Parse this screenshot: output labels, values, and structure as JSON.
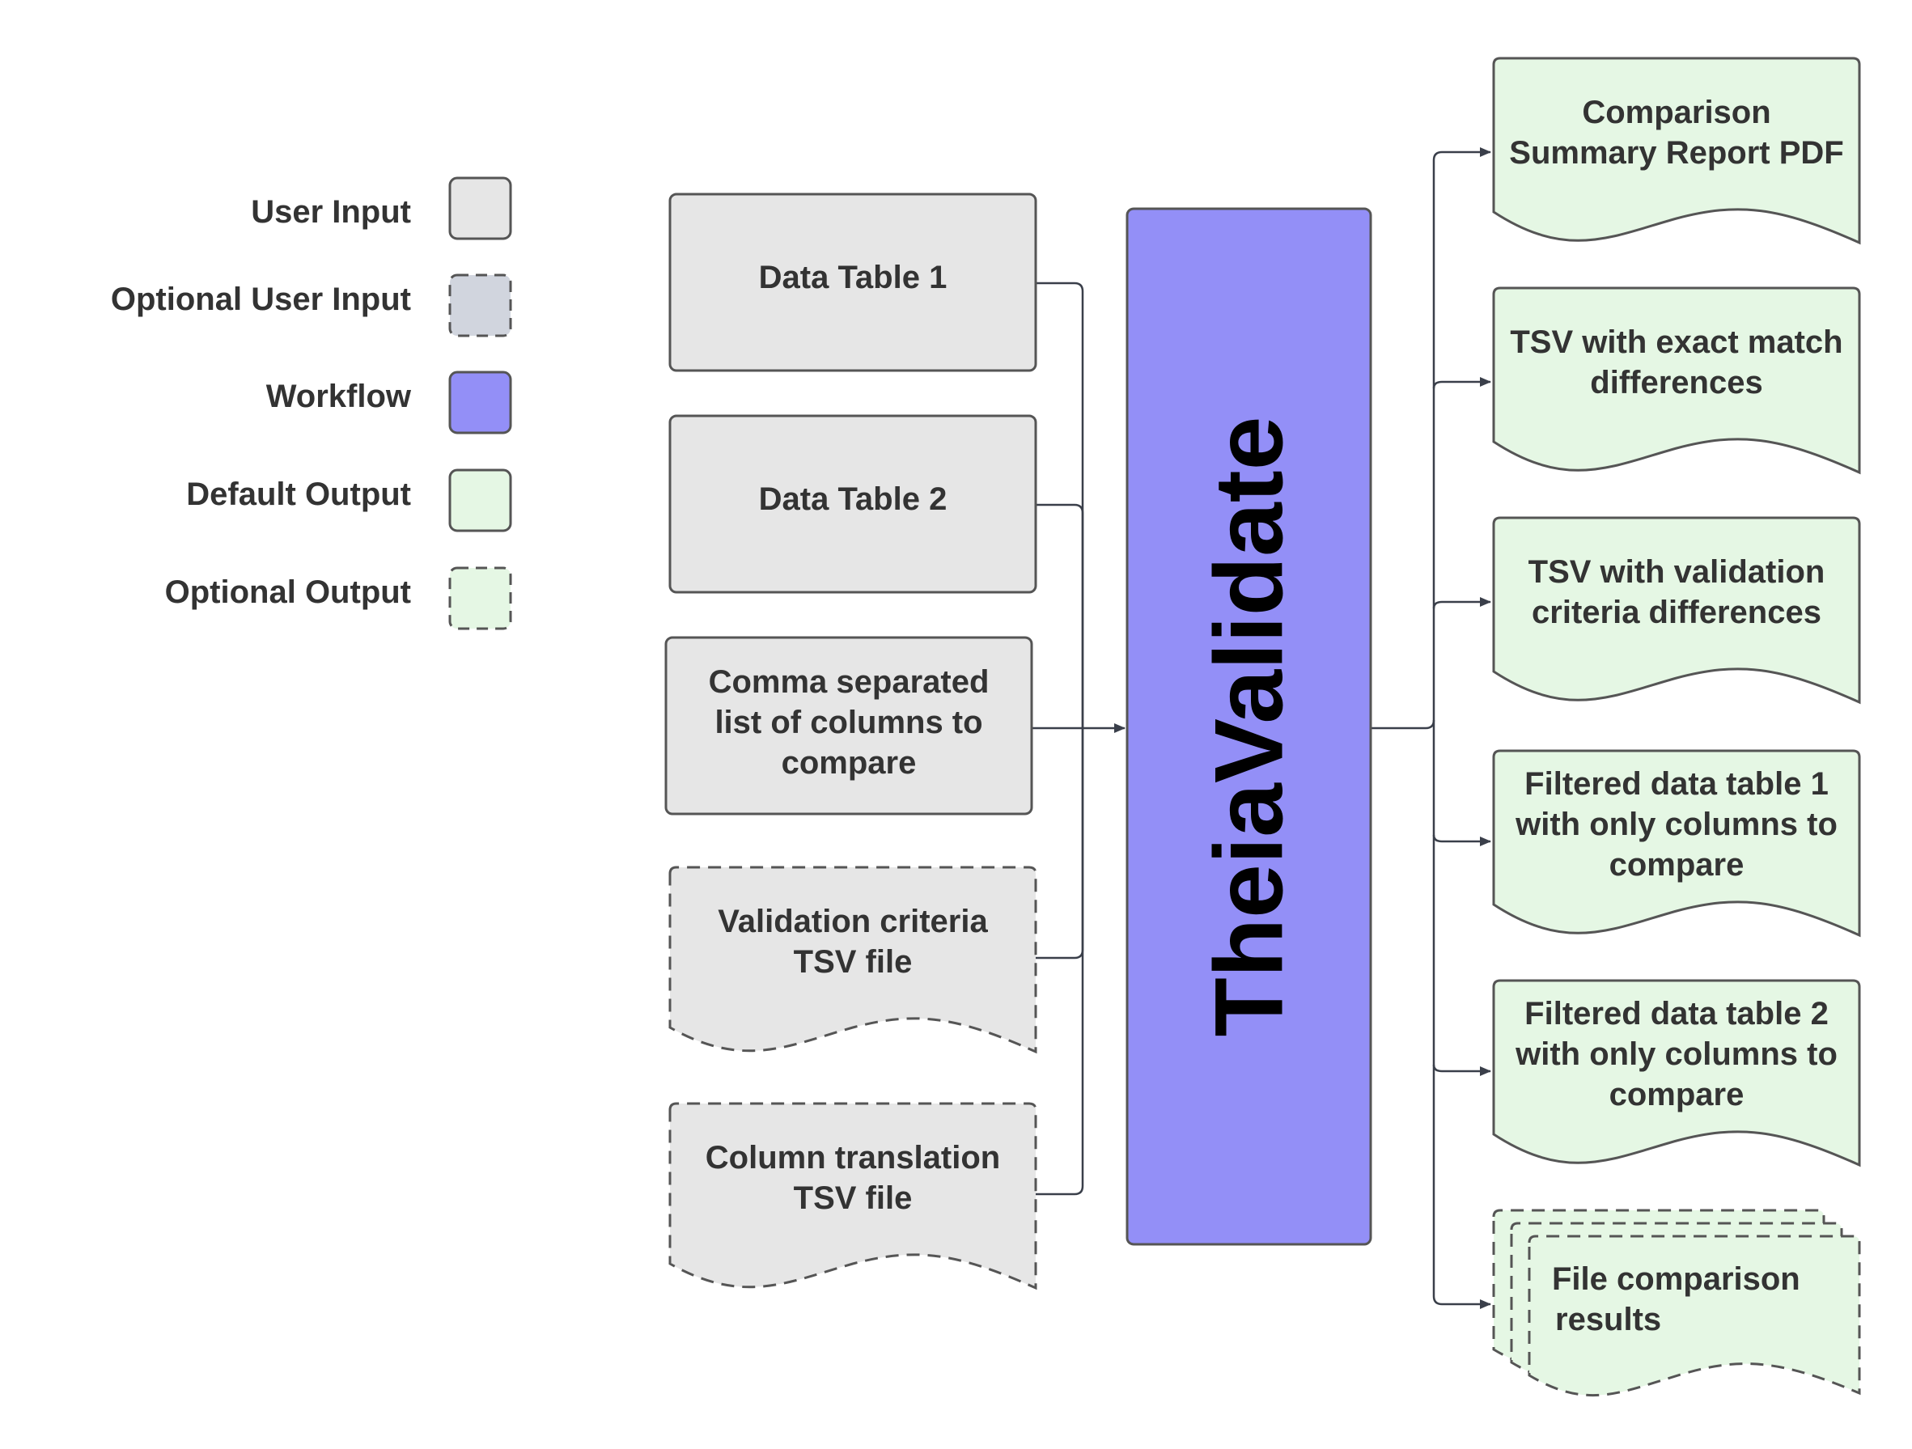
{
  "legend": [
    {
      "label": "User Input",
      "fill": "#e6e6e6",
      "dashed": false
    },
    {
      "label": "Optional User Input",
      "fill": "#d1d5de",
      "dashed": true
    },
    {
      "label": "Workflow",
      "fill": "#938ff7",
      "dashed": false
    },
    {
      "label": "Default Output",
      "fill": "#e5f7e4",
      "dashed": false
    },
    {
      "label": "Optional Output",
      "fill": "#e5f7e4",
      "dashed": true
    }
  ],
  "inputs": [
    {
      "lines": [
        "Data Table 1"
      ],
      "shape": "rect",
      "optional": false
    },
    {
      "lines": [
        "Data Table 2"
      ],
      "shape": "rect",
      "optional": false
    },
    {
      "lines": [
        "Comma separated",
        "list of columns to",
        "compare"
      ],
      "shape": "rect",
      "optional": false
    },
    {
      "lines": [
        "Validation criteria",
        "TSV file"
      ],
      "shape": "document",
      "optional": true
    },
    {
      "lines": [
        "Column translation",
        "TSV file"
      ],
      "shape": "document",
      "optional": true
    }
  ],
  "workflow": {
    "label": "TheiaValidate",
    "fill": "#938ff7"
  },
  "outputs": [
    {
      "lines": [
        "Comparison",
        "Summary Report PDF"
      ],
      "shape": "document",
      "optional": false
    },
    {
      "lines": [
        "TSV with exact match",
        "differences"
      ],
      "shape": "document",
      "optional": false
    },
    {
      "lines": [
        "TSV with validation",
        "criteria differences"
      ],
      "shape": "document",
      "optional": false
    },
    {
      "lines": [
        "Filtered data table 1",
        "with only columns to",
        "compare"
      ],
      "shape": "document",
      "optional": false
    },
    {
      "lines": [
        "Filtered data table 2",
        "with only columns to",
        "compare"
      ],
      "shape": "document",
      "optional": false
    },
    {
      "lines": [
        "File comparison",
        "results"
      ],
      "shape": "multi-document",
      "optional": true
    }
  ],
  "colors": {
    "input_fill": "#e6e6e6",
    "output_fill": "#e5f7e4",
    "stroke": "#555555",
    "edge": "#3a3f4a"
  }
}
